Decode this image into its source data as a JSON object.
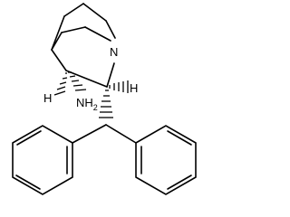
{
  "molecule": {
    "atoms": {
      "n_label": "N",
      "h_left_label": "H",
      "h_right_label": "H",
      "nh2_label": "NH",
      "nh2_sub": "2"
    }
  }
}
